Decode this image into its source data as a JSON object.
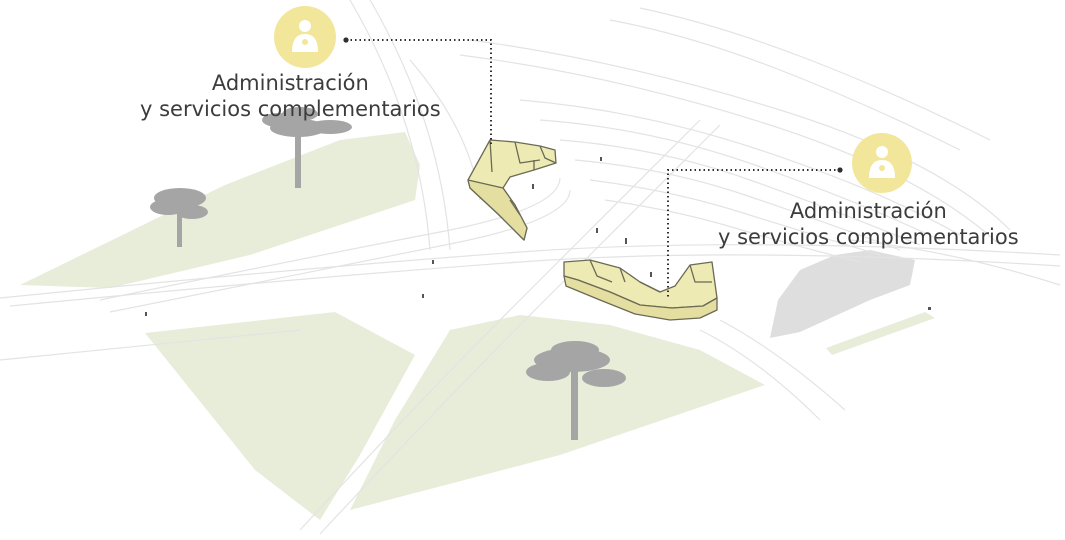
{
  "colors": {
    "background": "#ffffff",
    "grass": "#e7edd9",
    "building_fill": "#eeeab4",
    "building_stroke": "#6a6a55",
    "tree": "#a5a5a5",
    "leader_line": "#2f2f2f",
    "marker": "#f2e69a",
    "label_text": "#3c3c3c",
    "plaza_gray": "#dedede"
  },
  "callouts": [
    {
      "line1": "Administración",
      "line2": "y servicios complementarios",
      "icon": "person-icon"
    },
    {
      "line1": "Administración",
      "line2": "y servicios complementarios",
      "icon": "person-icon"
    }
  ]
}
